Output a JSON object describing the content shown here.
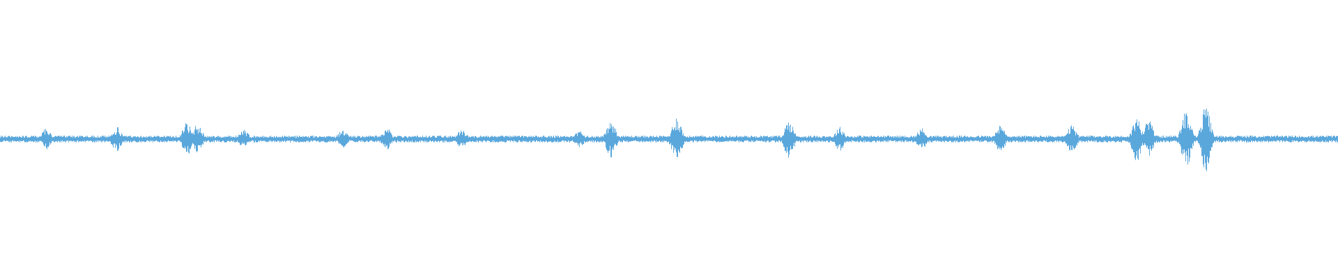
{
  "waveform": {
    "color": "#5aa7dc",
    "background": "#ffffff",
    "baseline_amplitude": 0.025,
    "bursts": [
      {
        "position": 0.0345,
        "amplitude": 0.08
      },
      {
        "position": 0.087,
        "amplitude": 0.09
      },
      {
        "position": 0.1395,
        "amplitude": 0.12
      },
      {
        "position": 0.1475,
        "amplitude": 0.11
      },
      {
        "position": 0.182,
        "amplitude": 0.07
      },
      {
        "position": 0.256,
        "amplitude": 0.07
      },
      {
        "position": 0.289,
        "amplitude": 0.08
      },
      {
        "position": 0.345,
        "amplitude": 0.07
      },
      {
        "position": 0.433,
        "amplitude": 0.06
      },
      {
        "position": 0.4565,
        "amplitude": 0.14
      },
      {
        "position": 0.5055,
        "amplitude": 0.17
      },
      {
        "position": 0.5895,
        "amplitude": 0.14
      },
      {
        "position": 0.6275,
        "amplitude": 0.09
      },
      {
        "position": 0.6885,
        "amplitude": 0.08
      },
      {
        "position": 0.7475,
        "amplitude": 0.1
      },
      {
        "position": 0.801,
        "amplitude": 0.1
      },
      {
        "position": 0.8495,
        "amplitude": 0.16
      },
      {
        "position": 0.8585,
        "amplitude": 0.14
      },
      {
        "position": 0.8865,
        "amplitude": 0.22
      },
      {
        "position": 0.901,
        "amplitude": 0.24
      }
    ]
  }
}
